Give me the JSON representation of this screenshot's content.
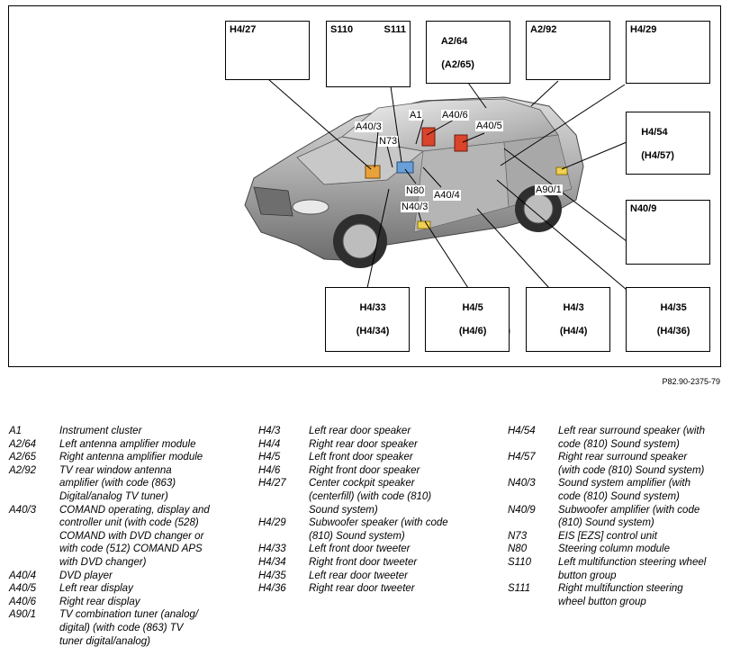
{
  "figure_ref": "P82.90-2375-79",
  "parts": {
    "h4_27": {
      "t1": "H4/27"
    },
    "steering": {
      "t1": "S110",
      "t2": "S111"
    },
    "a2_64": {
      "t1": "A2/64",
      "t2": "(A2/65)"
    },
    "a2_92": {
      "t1": "A2/92"
    },
    "h4_29": {
      "t1": "H4/29"
    },
    "h4_54": {
      "t1": "H4/54",
      "t2": "(H4/57)"
    },
    "n40_9": {
      "t1": "N40/9"
    },
    "h4_33": {
      "t1": "H4/33",
      "t2": "(H4/34)"
    },
    "h4_5": {
      "t1": "H4/5",
      "t2": "(H4/6)"
    },
    "h4_3": {
      "t1": "H4/3",
      "t2": "(H4/4)"
    },
    "h4_35": {
      "t1": "H4/35",
      "t2": "(H4/36)"
    }
  },
  "callouts": {
    "a1": "A1",
    "a40_6": "A40/6",
    "a40_3": "A40/3",
    "a40_5": "A40/5",
    "n73": "N73",
    "n80": "N80",
    "a40_4": "A40/4",
    "n40_3": "N40/3",
    "a90_1": "A90/1"
  },
  "legend": {
    "col1": [
      {
        "code": "A1",
        "desc": "Instrument cluster"
      },
      {
        "code": "A2/64",
        "desc": "Left antenna amplifier module"
      },
      {
        "code": "A2/65",
        "desc": "Right antenna amplifier module"
      },
      {
        "code": "A2/92",
        "desc": "TV rear window antenna\namplifier (with code (863)\nDigital/analog TV tuner)"
      },
      {
        "code": "A40/3",
        "desc": "COMAND operating, display and\ncontroller unit (with code (528)\nCOMAND with DVD changer or\nwith code (512) COMAND APS\nwith DVD changer)"
      },
      {
        "code": "A40/4",
        "desc": "DVD player"
      },
      {
        "code": "A40/5",
        "desc": "Left rear display"
      },
      {
        "code": "A40/6",
        "desc": "Right rear display"
      },
      {
        "code": "A90/1",
        "desc": "TV combination tuner (analog/\ndigital) (with code (863) TV\ntuner digital/analog)"
      }
    ],
    "col2": [
      {
        "code": "H4/3",
        "desc": "Left rear door speaker"
      },
      {
        "code": "H4/4",
        "desc": "Right rear door speaker"
      },
      {
        "code": "H4/5",
        "desc": "Left front door speaker"
      },
      {
        "code": "H4/6",
        "desc": "Right front door speaker"
      },
      {
        "code": "H4/27",
        "desc": "Center cockpit speaker\n(centerfill) (with code (810)\nSound system)"
      },
      {
        "code": "H4/29",
        "desc": "Subwoofer speaker (with code\n(810) Sound system)"
      },
      {
        "code": "H4/33",
        "desc": "Left front door tweeter"
      },
      {
        "code": "H4/34",
        "desc": "Right front door tweeter"
      },
      {
        "code": "H4/35",
        "desc": "Left rear door tweeter"
      },
      {
        "code": "H4/36",
        "desc": "Right rear door tweeter"
      }
    ],
    "col3": [
      {
        "code": "H4/54",
        "desc": "Left rear surround speaker (with\ncode (810) Sound system)"
      },
      {
        "code": "H4/57",
        "desc": "Right rear surround speaker\n(with code (810) Sound system)"
      },
      {
        "code": "N40/3",
        "desc": "Sound system amplifier (with\ncode (810) Sound system)"
      },
      {
        "code": "N40/9",
        "desc": "Subwoofer amplifier (with code\n(810) Sound system)"
      },
      {
        "code": "N73",
        "desc": "EIS [EZS] control unit"
      },
      {
        "code": "N80",
        "desc": "Steering column module"
      },
      {
        "code": "S110",
        "desc": "Left multifunction steering wheel\nbutton group"
      },
      {
        "code": "S111",
        "desc": "Right multifunction steering\nwheel button group"
      }
    ]
  }
}
